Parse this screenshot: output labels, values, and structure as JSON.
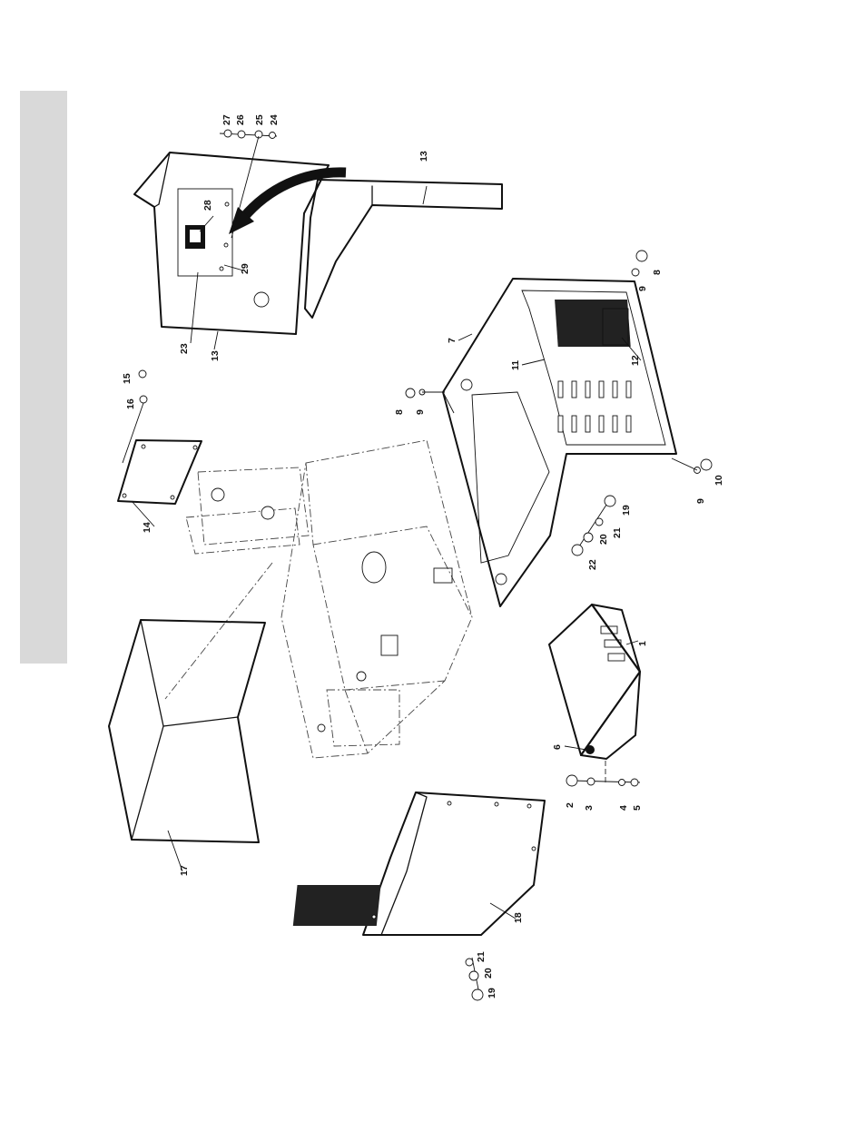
{
  "diagram": {
    "callouts": [
      "1",
      "2",
      "3",
      "4",
      "5",
      "6",
      "7",
      "8",
      "8",
      "9",
      "9",
      "9",
      "10",
      "11",
      "12",
      "13",
      "13",
      "14",
      "15",
      "16",
      "17",
      "18",
      "19",
      "19",
      "20",
      "20",
      "21",
      "21",
      "22",
      "23",
      "24",
      "25",
      "26",
      "27",
      "28",
      "29"
    ],
    "labels": {
      "c1": "1",
      "c2": "2",
      "c3": "3",
      "c4": "4",
      "c5": "5",
      "c6": "6",
      "c7": "7",
      "c8a": "8",
      "c8b": "8",
      "c9a": "9",
      "c9b": "9",
      "c9c": "9",
      "c10": "10",
      "c11": "11",
      "c12": "12",
      "c13a": "13",
      "c13b": "13",
      "c14": "14",
      "c15": "15",
      "c16": "16",
      "c17": "17",
      "c18": "18",
      "c19a": "19",
      "c19b": "19",
      "c20a": "20",
      "c20b": "20",
      "c21a": "21",
      "c21b": "21",
      "c22": "22",
      "c23": "23",
      "c24": "24",
      "c25": "25",
      "c26": "26",
      "c27": "27",
      "c28": "28",
      "c29": "29"
    }
  }
}
